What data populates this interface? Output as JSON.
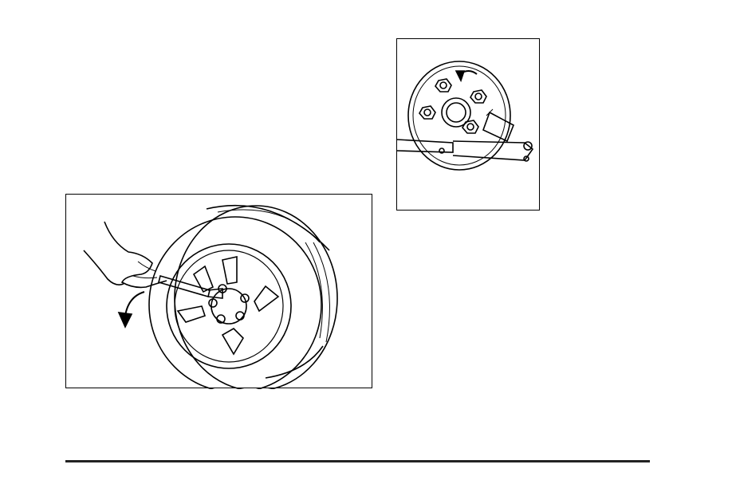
{
  "page": {
    "figures": [
      {
        "id": "wheel-wrench-figure",
        "description_icon": "tire-lug-wrench-illustration"
      },
      {
        "id": "lug-nut-closeup-figure",
        "description_icon": "lug-nut-wrench-closeup-illustration"
      }
    ],
    "colors": {
      "line": "#000000",
      "background": "#ffffff",
      "rule": "#222222"
    }
  }
}
